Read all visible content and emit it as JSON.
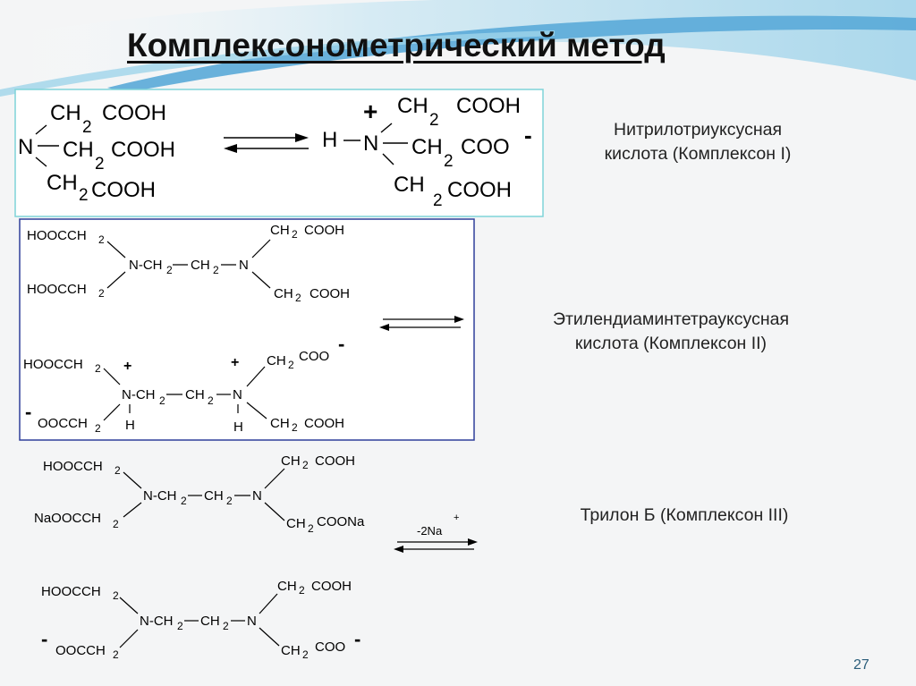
{
  "slide": {
    "title": "Комплексонометрический метод",
    "page_number": "27",
    "accent_color": "#5aaad8",
    "box_colors": {
      "complexon_1": "#7fd4d8",
      "complexon_2": "#2f3f9a"
    }
  },
  "complexon_1": {
    "label_line1": "Нитрилотриуксусная",
    "label_line2": "кислота (Комплексон I)",
    "left": {
      "n": "N",
      "ch2": "CH",
      "sub2": "2",
      "cooh": "COOH"
    },
    "right": {
      "plus": "+",
      "h": "H",
      "n": "N",
      "ch2": "CH",
      "sub2": "2",
      "cooh": "COOH",
      "coo": "COO",
      "minus": "-"
    }
  },
  "complexon_2": {
    "label_line1": "Этилендиаминтетрауксусная",
    "label_line2": "кислота (Комплексон II)",
    "hoocch": "HOOCCH",
    "ooccch": "OOCCH",
    "nch": "N-CH",
    "ch": "CH",
    "n": "N",
    "sub2": "2",
    "cooh": "COOH",
    "coo": "COO",
    "h": "H",
    "plus": "+",
    "minus": "-"
  },
  "complexon_3": {
    "label": "Трилон Б (Комплексон III)",
    "hoocch": "HOOCCH",
    "naoocch": "NaOOCCH ",
    "ooccch": "OOCCH",
    "nch": "N-CH",
    "ch": "CH",
    "n": "N",
    "sub2": "2",
    "cooh": "COOH",
    "coona": "COONa",
    "coo": "COO",
    "minus": "-",
    "arrow_label": "-2Na",
    "arrow_sup": "+"
  }
}
